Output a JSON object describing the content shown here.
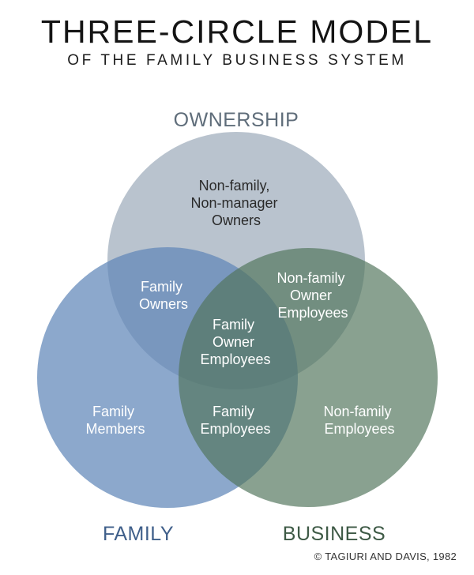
{
  "header": {
    "title": "THREE-CIRCLE MODEL",
    "subtitle": "OF THE FAMILY BUSINESS SYSTEM"
  },
  "circles": {
    "ownership": {
      "label": "OWNERSHIP",
      "color": "#aab6c3"
    },
    "family": {
      "label": "FAMILY",
      "color": "#5f86b8"
    },
    "business": {
      "label": "BUSINESS",
      "color": "#51745c"
    }
  },
  "regions": {
    "owners_only": [
      "Non-family,",
      "Non-manager",
      "Owners"
    ],
    "family_owners": [
      "Family",
      "Owners"
    ],
    "nonfamily_owner_employees": [
      "Non-family",
      "Owner",
      "Employees"
    ],
    "family_owner_employees": [
      "Family",
      "Owner",
      "Employees"
    ],
    "family_members": [
      "Family",
      "Members"
    ],
    "family_employees": [
      "Family",
      "Employees"
    ],
    "nonfamily_employees": [
      "Non-family",
      "Employees"
    ]
  },
  "credit": "© TAGIURI AND DAVIS, 1982"
}
